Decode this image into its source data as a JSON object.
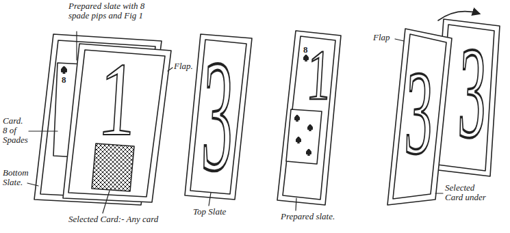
{
  "diagram": {
    "labels": [
      "Prepared slate with 8 spade pips and Fig 1",
      "8",
      "Card. 8 of Spades",
      "1",
      "Flap.",
      "3",
      "Bottom Slate.",
      "Selected Card:- Any card",
      "Top Slate",
      "8",
      "1",
      "Prepared slate.",
      "Flap",
      "3",
      "3",
      "Selected Card under"
    ]
  }
}
